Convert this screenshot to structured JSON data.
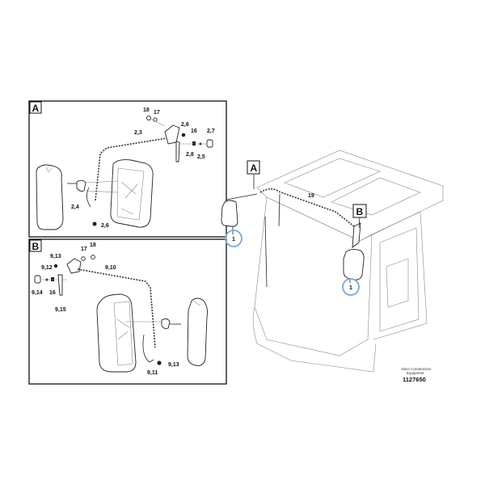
{
  "detail_a": {
    "title": "A",
    "callouts": [
      "18",
      "17",
      "2,3",
      "2,6",
      "16",
      "2,7",
      "2,8",
      "2,5",
      "2,4",
      "2,6"
    ]
  },
  "detail_b": {
    "title": "B",
    "callouts": [
      "17",
      "18",
      "9,13",
      "9,12",
      "9,10",
      "9,14",
      "16",
      "9,15",
      "9,11",
      "9,13"
    ]
  },
  "overview": {
    "marker_a": "A",
    "marker_b": "B",
    "harness_callout": "19",
    "mirror_callout_left": "1",
    "mirror_callout_right": "1",
    "highlight_color": "#7aa9d8"
  },
  "footer": {
    "brand_line1": "Volvo Construction",
    "brand_line2": "Equipment",
    "drawing_number": "1127650"
  }
}
